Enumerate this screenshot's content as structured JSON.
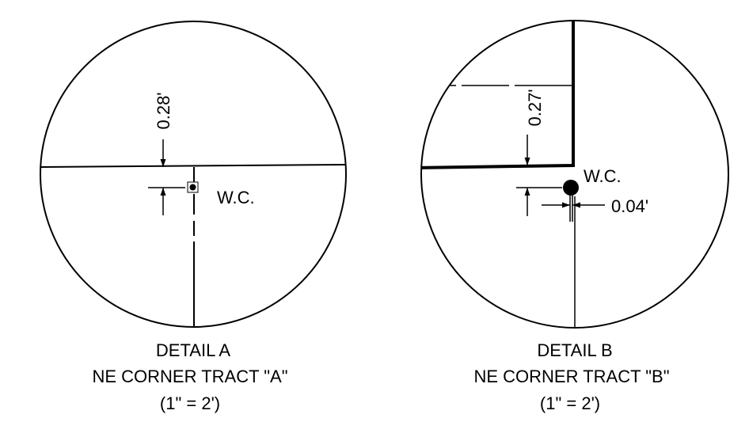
{
  "detail_a": {
    "title": "DETAIL A",
    "subtitle": "NE CORNER TRACT \"A\"",
    "scale": "(1\" = 2')",
    "dimension": "0.28'",
    "marker_label": "W.C."
  },
  "detail_b": {
    "title": "DETAIL B",
    "subtitle": "NE CORNER TRACT \"B\"",
    "scale": "(1\" = 2')",
    "dimension_vertical": "0.27'",
    "dimension_horizontal": "0.04'",
    "marker_label": "W.C."
  }
}
